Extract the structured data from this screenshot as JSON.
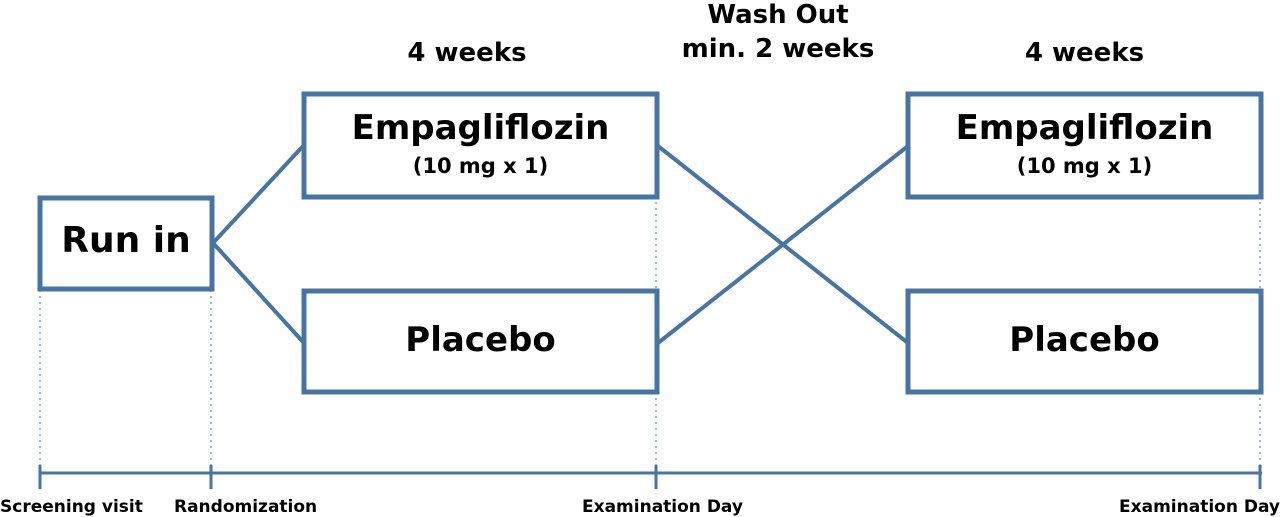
{
  "header": {
    "period1_duration": "4 weeks",
    "washout_title": "Wash Out",
    "washout_duration": "min. 2 weeks",
    "period2_duration": "4 weeks"
  },
  "run_in": {
    "label": "Run in"
  },
  "period1": {
    "drug_box": {
      "title": "Empagliflozin",
      "dose": "(10 mg x 1)"
    },
    "placebo_box": {
      "title": "Placebo"
    }
  },
  "period2": {
    "drug_box": {
      "title": "Empagliflozin",
      "dose": "(10 mg x 1)"
    },
    "placebo_box": {
      "title": "Placebo"
    }
  },
  "timeline": {
    "labels": [
      "Screening visit",
      "Randomization",
      "Examination Day",
      "Examination Day"
    ]
  },
  "colors": {
    "line": "#4a74a0",
    "dotted": "#9dbbd9",
    "text": "#000000"
  }
}
